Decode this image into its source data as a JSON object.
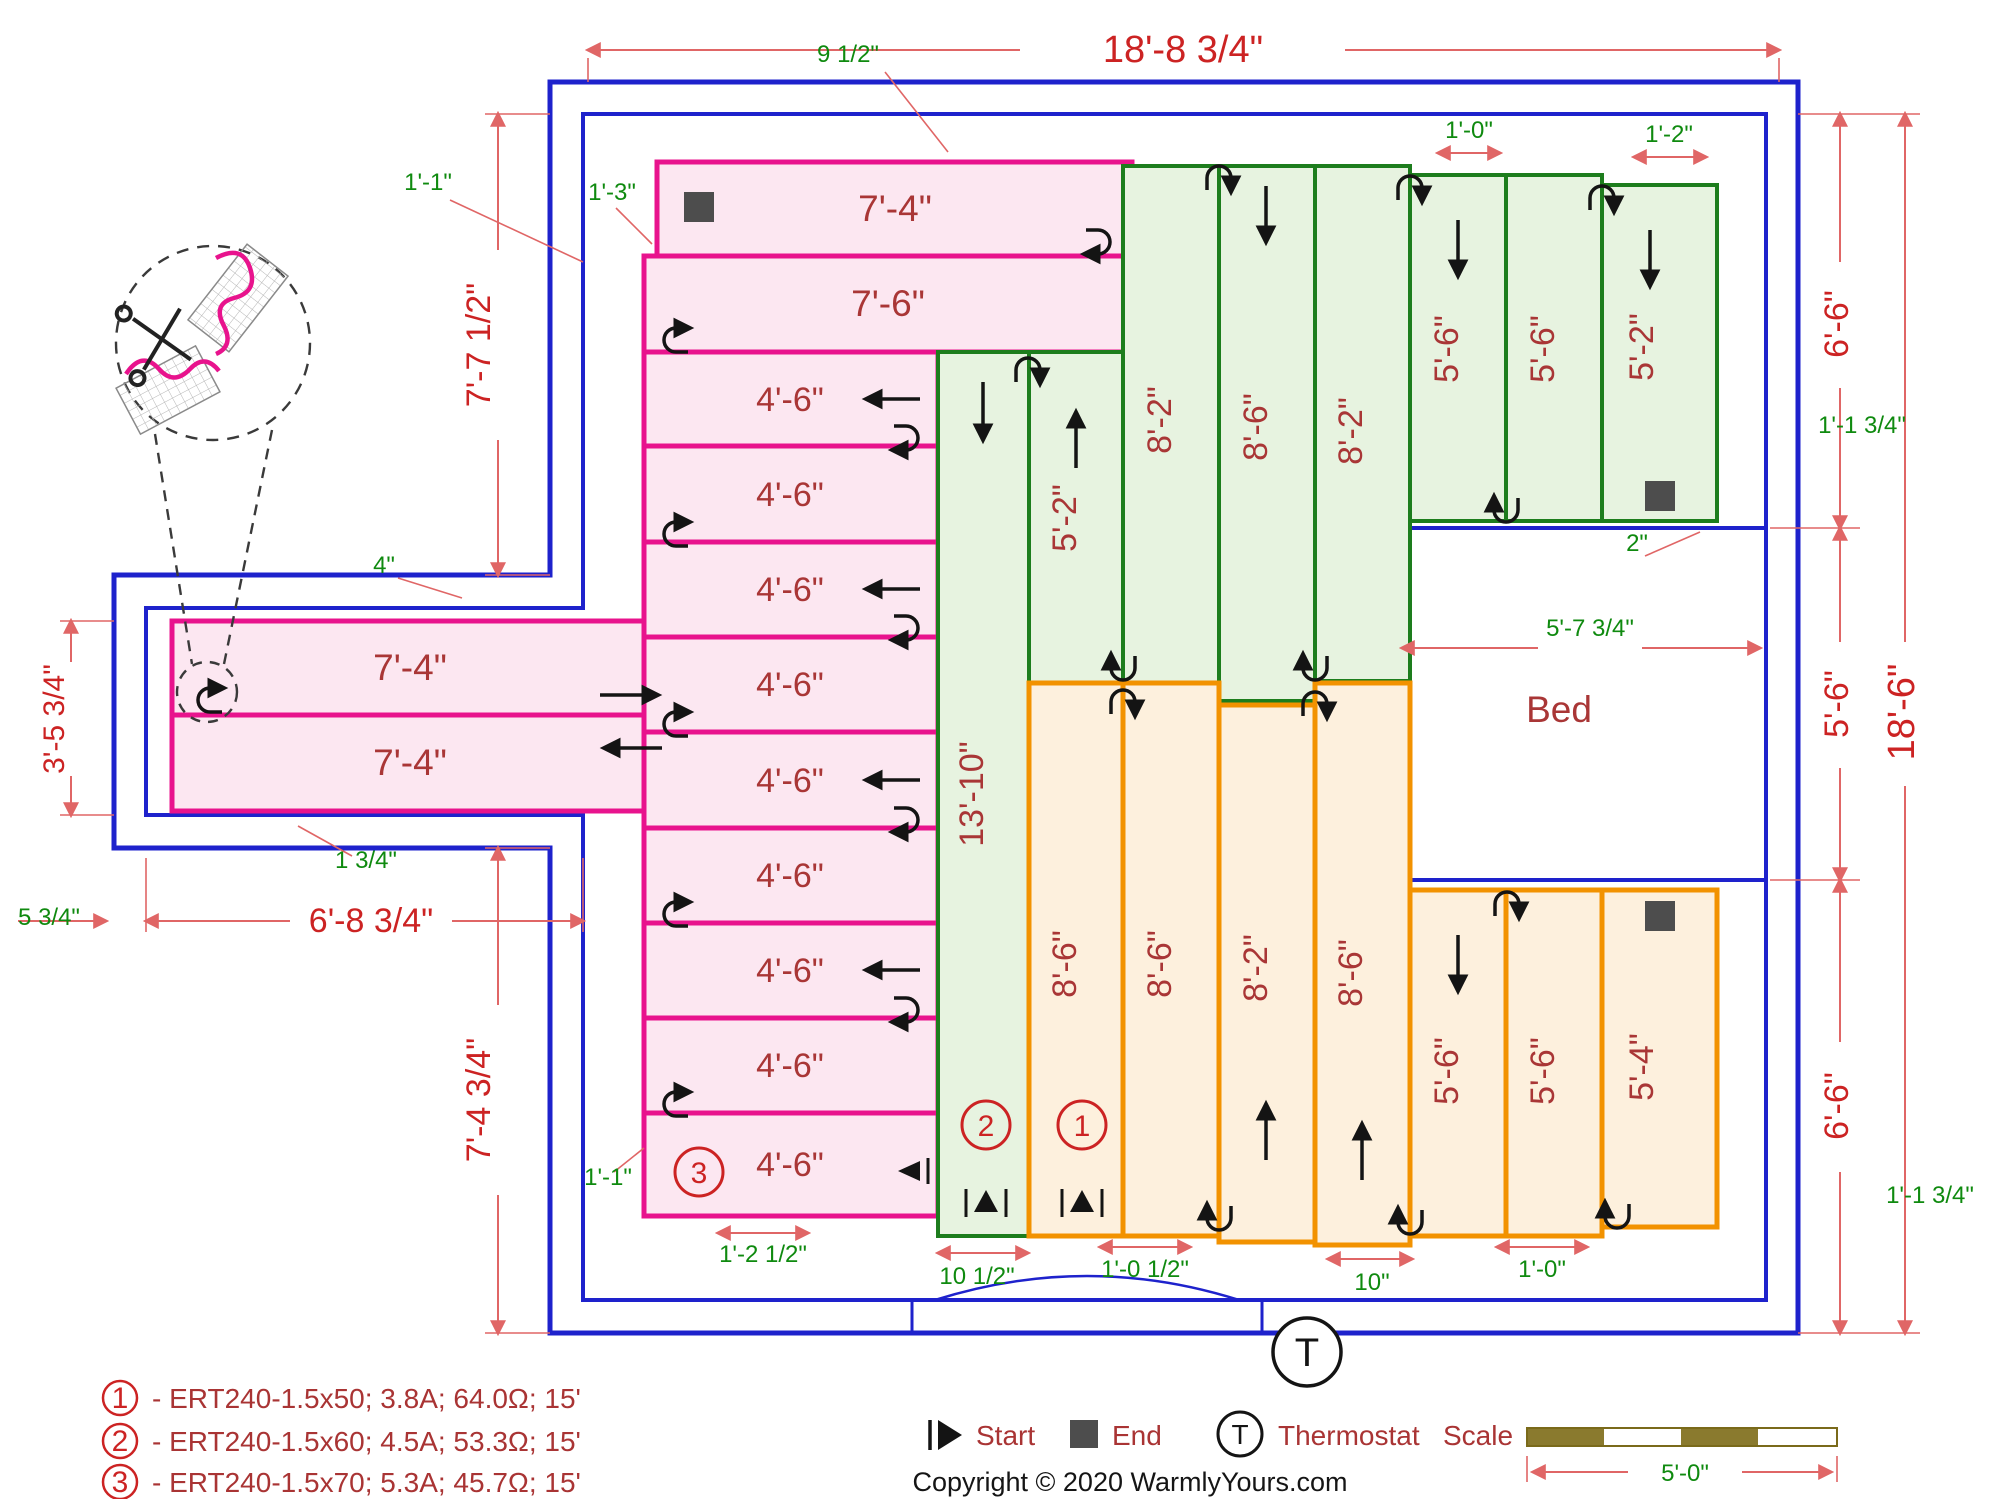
{
  "room": {
    "bed_label": "Bed",
    "thermostat_symbol": "T"
  },
  "mats": {
    "pink": {
      "circuit": "3",
      "runs": [
        "7'-4\"",
        "7'-6\"",
        "4'-6\"",
        "4'-6\"",
        "4'-6\"",
        "4'-6\"",
        "4'-6\"",
        "4'-6\"",
        "4'-6\"",
        "4'-6\"",
        "4'-6\""
      ],
      "corridor": [
        "7'-4\"",
        "7'-4\""
      ]
    },
    "green": {
      "circuit": "2",
      "runs": [
        "13'-10\"",
        "5'-2\"",
        "8'-2\"",
        "8'-6\"",
        "8'-2\"",
        "5'-6\"",
        "5'-6\"",
        "5'-2\""
      ]
    },
    "orange": {
      "circuit": "1",
      "runs": [
        "8'-6\"",
        "8'-6\"",
        "8'-2\"",
        "8'-6\"",
        "5'-6\"",
        "5'-6\"",
        "5'-4\""
      ]
    }
  },
  "dims": {
    "red": {
      "top": "18'-8 3/4\"",
      "left_upper": "7'-7 1/2\"",
      "corridor_height": "3'-5 3/4\"",
      "left_lower": "7'-4 3/4\"",
      "notch_width": "6'-8 3/4\"",
      "right_top": "6'-6\"",
      "right_mid": "5'-6\"",
      "right_bottom": "6'-6\"",
      "right_total": "18'-6\""
    },
    "green": {
      "top_offset": "9 1/2\"",
      "tl_wall": "1'-1\"",
      "tl_mat": "1'-3\"",
      "top_a": "1'-0\"",
      "top_b": "1'-2\"",
      "right_upper": "1'-1 3/4\"",
      "bed_gap": "2\"",
      "bed_width": "5'-7 3/4\"",
      "notch_top": "4\"",
      "notch_inner": "1 3/4\"",
      "notch_left": "5 3/4\"",
      "bl_mat": "1'-1\"",
      "b_pink": "1'-2 1/2\"",
      "b_g1": "10 1/2\"",
      "b_o1": "1'-0 1/2\"",
      "b_o4": "10\"",
      "b_o6": "1'-0\"",
      "right_lower": "1'-1 3/4\""
    }
  },
  "legend": {
    "items": [
      {
        "num": "1",
        "text": "- ERT240-1.5x50; 3.8A; 64.0Ω; 15'"
      },
      {
        "num": "2",
        "text": "- ERT240-1.5x60; 4.5A; 53.3Ω; 15'"
      },
      {
        "num": "3",
        "text": "- ERT240-1.5x70; 5.3A; 45.7Ω; 15'"
      }
    ],
    "start_label": "Start",
    "end_label": "End",
    "thermostat_label": "Thermostat",
    "scale_label": "Scale",
    "scale_value": "5'-0\"",
    "copyright": "Copyright © 2020 WarmlyYours.com"
  }
}
